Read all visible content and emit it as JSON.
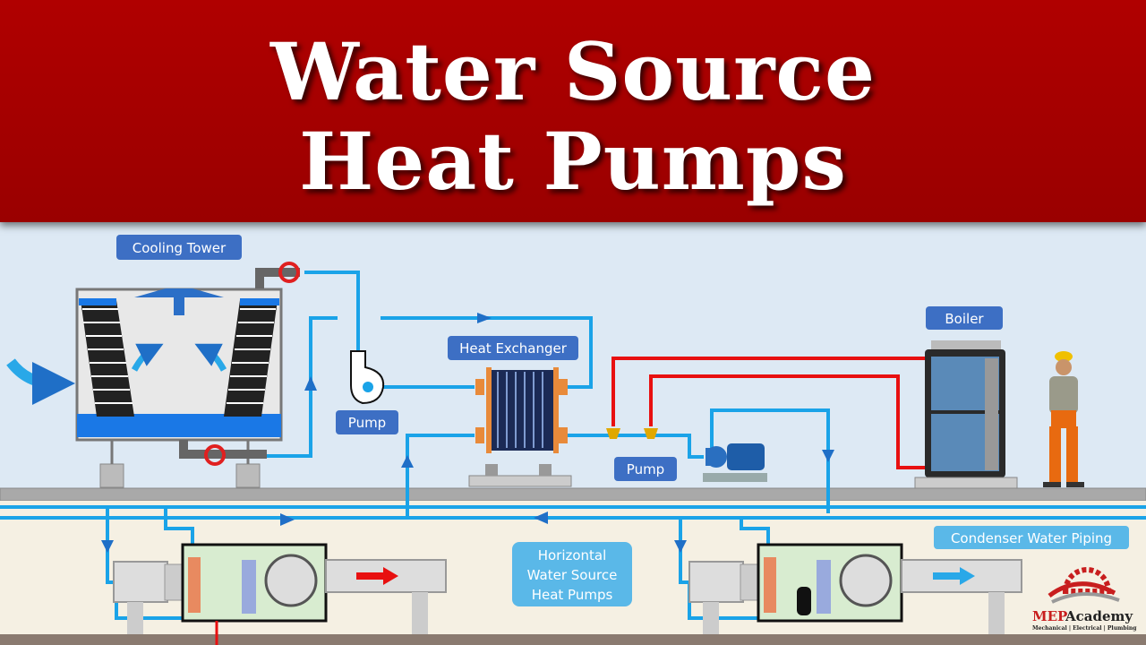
{
  "title": {
    "line1": "Water Source",
    "line2": "Heat Pumps"
  },
  "labels": {
    "cooling_tower": "Cooling Tower",
    "pump_1": "Pump",
    "heat_exchanger": "Heat Exchanger",
    "boiler": "Boiler",
    "pump_2": "Pump",
    "heat_pumps": [
      "Horizontal",
      "Water Source",
      "Heat Pumps"
    ],
    "condenser_piping": "Condenser Water Piping"
  },
  "logo": {
    "name_red": "MEP",
    "name_dark": "Academy",
    "tagline": "Mechanical | Electrical | Plumbing"
  },
  "colors": {
    "title_band": "#a80000",
    "water_pipe": "#1aa3e8",
    "hot_pipe": "#e81010",
    "label_box": "#3d6fc4",
    "label_box_light": "#5ab8e8",
    "background": "#dde9f4"
  }
}
